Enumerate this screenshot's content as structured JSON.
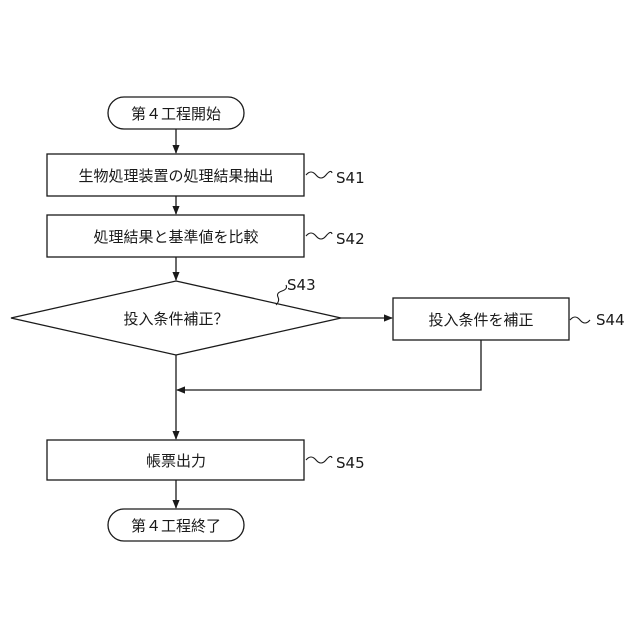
{
  "nodes": {
    "start": "第４工程開始",
    "s41": "生物処理装置の処理結果抽出",
    "s42": "処理結果と基準値を比較",
    "decision": "投入条件補正？",
    "s44": "投入条件を補正",
    "s45": "帳票出力",
    "end": "第４工程終了"
  },
  "step_labels": {
    "s41": "S41",
    "s42": "S42",
    "s43": "S43",
    "s44": "S44",
    "s45": "S45"
  }
}
